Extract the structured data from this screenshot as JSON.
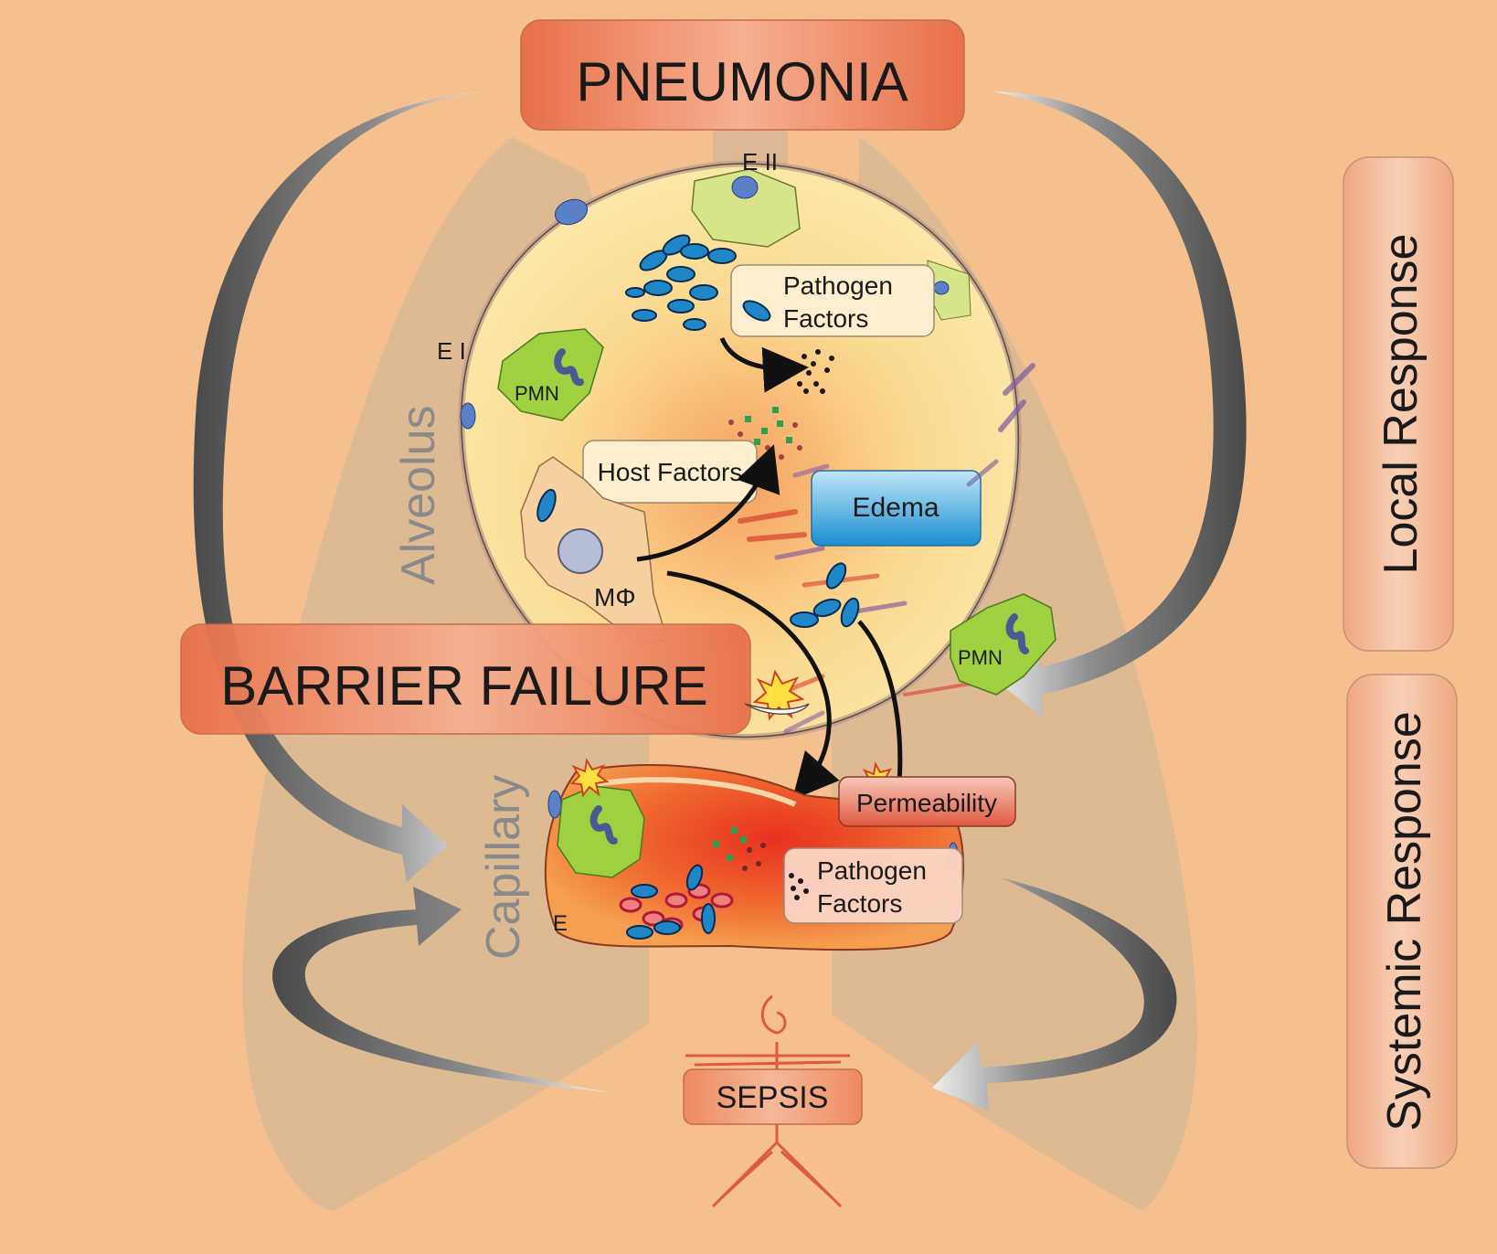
{
  "titles": {
    "pneumonia": "PNEUMONIA",
    "barrier_failure": "BARRIER FAILURE",
    "sepsis": "SEPSIS"
  },
  "side_labels": {
    "local_response": "Local Response",
    "systemic_response": "Systemic Response"
  },
  "region_labels": {
    "alveolus": "Alveolus",
    "capillary": "Capillary"
  },
  "cell_labels": {
    "type2_epithelial": "E II",
    "type1_epithelial": "E I",
    "neutrophil_alveolar": "PMN",
    "neutrophil_interstitial": "PMN",
    "macrophage": "MΦ",
    "endothelium": "E"
  },
  "boxes": {
    "pathogen_factors_alveolar": [
      "Pathogen",
      "Factors"
    ],
    "host_factors": "Host Factors",
    "edema": "Edema",
    "permeability": "Permeability",
    "pathogen_factors_capillary": [
      "Pathogen",
      "Factors"
    ]
  },
  "colors": {
    "background": "#f5c08e",
    "lung": "#dcb994",
    "alveolus_fill": "#fbe3a0",
    "title_box": "#ec8a65",
    "capillary_fill": "#f08040",
    "bacteria": "#1f86c8",
    "neutrophil": "#9fd040",
    "edema": "#2a9fd8"
  }
}
